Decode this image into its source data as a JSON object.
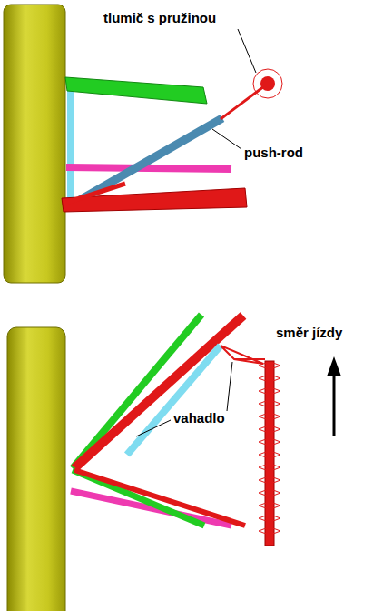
{
  "diagram": {
    "labels": [
      "tlumič s pružinou",
      "push-rod",
      "vahadlo",
      "směr jízdy"
    ]
  }
}
